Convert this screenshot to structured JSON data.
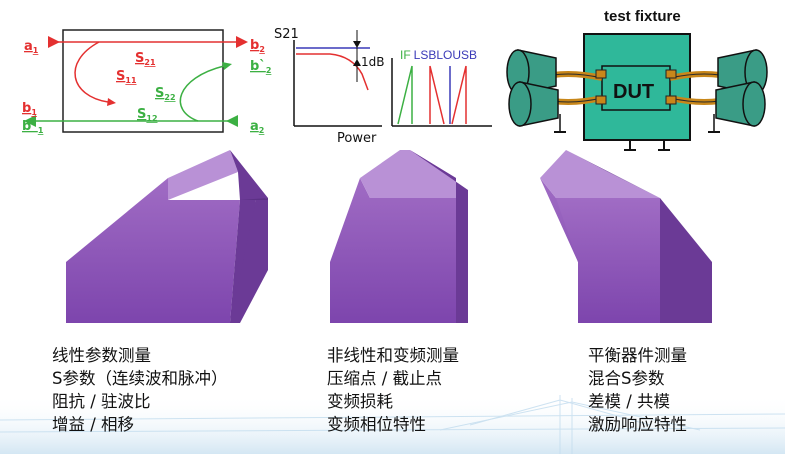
{
  "sparams": {
    "a1": "a",
    "a1_sub": "1",
    "b2": "b",
    "b2_sub": "2",
    "b2p": "b`",
    "b2p_sub": "2",
    "b1": "b",
    "b1_sub": "1",
    "b1p": "b`",
    "b1p_sub": "1",
    "a2": "a",
    "a2_sub": "2",
    "s21": "S",
    "s21_sub": "21",
    "s11": "S",
    "s11_sub": "11",
    "s22": "S",
    "s22_sub": "22",
    "s12": "S",
    "s12_sub": "12"
  },
  "compression": {
    "y_label": "S21",
    "x_label": "Power",
    "db_label": "1dB"
  },
  "spectrum": {
    "if": "IF",
    "lsb": "LSB",
    "lo": "LO",
    "usb": "USB"
  },
  "fixture": {
    "title": "test fixture",
    "dut": "DUT"
  },
  "captions": [
    {
      "lines": [
        "线性参数测量",
        "S参数（连续波和脉冲）",
        "阻抗 / 驻波比",
        "增益 / 相移"
      ]
    },
    {
      "lines": [
        "非线性和变频测量",
        "压缩点 / 截止点",
        "变频损耗",
        "变频相位特性"
      ]
    },
    {
      "lines": [
        "平衡器件测量",
        "混合S参数",
        "差模 / 共模",
        "激励响应特性"
      ]
    }
  ],
  "colors": {
    "red": "#ff2a2a",
    "green": "#3cb043",
    "blue": "#3a3ab8",
    "purple": "#8a4fb4",
    "dut": "#2fb89a",
    "connector": "#3a9c86"
  }
}
